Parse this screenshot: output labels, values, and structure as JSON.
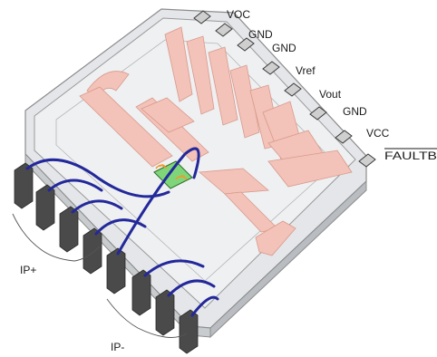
{
  "pin_labels": {
    "voc": "VOC",
    "gnd1": "GND",
    "gnd2": "GND",
    "vref": "Vref",
    "vout": "Vout",
    "gnd3": "GND",
    "vcc": "VCC",
    "faultb": "FAULTB"
  },
  "group_labels": {
    "ip_plus": "IP+",
    "ip_minus": "IP-"
  },
  "colors": {
    "body_outline": "#8c8c8c",
    "body_fill": "#dfe1e4",
    "copper": "#f3c2b8",
    "copper_edge": "#d99a8c",
    "lead": "#3a3a3a",
    "lead_light": "#cfcfcf",
    "bond_wire": "#23289a",
    "die": "#7fd67a",
    "hall_element": "#f19a2e"
  }
}
